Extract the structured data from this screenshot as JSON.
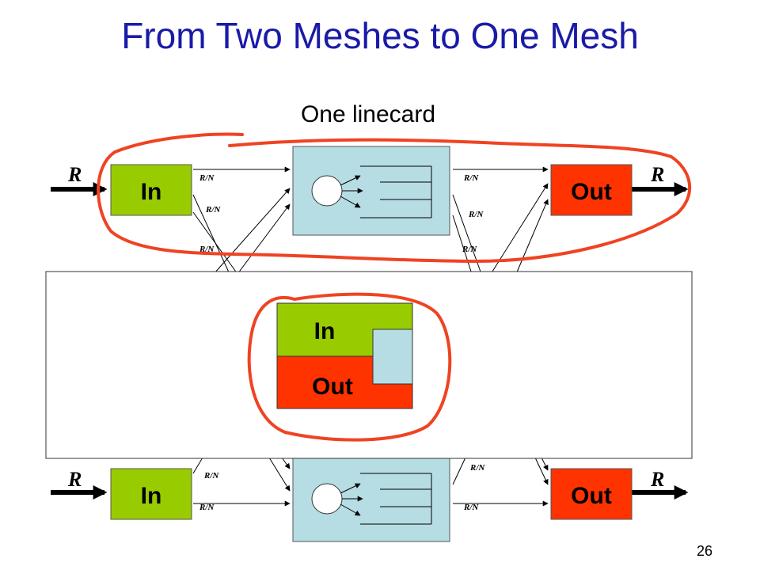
{
  "slide": {
    "title": "From Two Meshes to One Mesh",
    "subtitle": "One linecard",
    "page_number": "26"
  },
  "diagram": {
    "input_label": "In",
    "output_label": "Out",
    "rate_label": "R",
    "link_label": "R/N",
    "colors": {
      "in_box": "#99cc00",
      "out_box": "#ff3300",
      "switch_box": "#b6dde3",
      "annotation": "#ef4322",
      "title": "#1a1aa8"
    }
  },
  "overlay": {
    "in_label": "In",
    "out_label": "Out"
  }
}
